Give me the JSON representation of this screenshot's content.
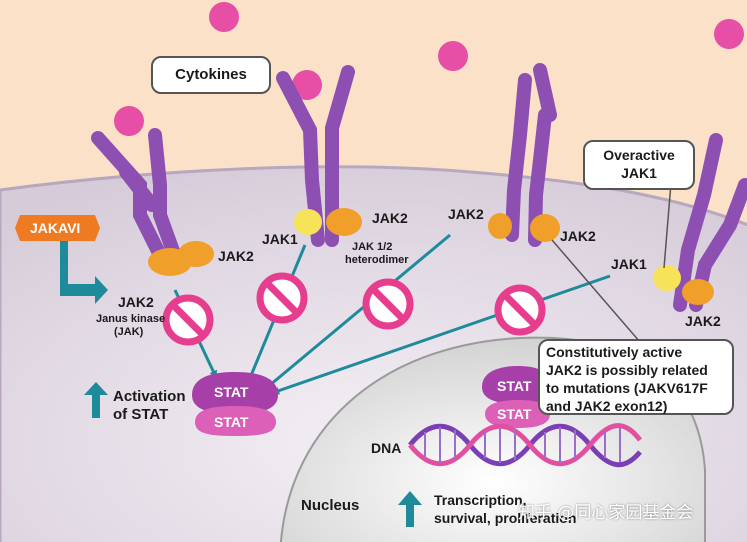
{
  "labels": {
    "cytokines": "Cytokines",
    "overactive_line1": "Overactive",
    "overactive_line2": "JAK1",
    "jakavi": "JAKAVI",
    "jak2_left": "JAK2",
    "janus_kinase": "Janus kinase",
    "jak_abbrev": "(JAK)",
    "receptor1_jak2": "JAK2",
    "receptor2_jak1": "JAK1",
    "receptor2_jak2": "JAK2",
    "heterodimer_line1": "JAK 1/2",
    "heterodimer_line2": "heterodimer",
    "receptor3_jak2_left": "JAK2",
    "receptor3_jak2_right": "JAK2",
    "receptor4_jak1": "JAK1",
    "receptor4_jak2": "JAK2",
    "activation_line1": "Activation",
    "activation_line2": "of STAT",
    "stat_top": "STAT",
    "stat_bottom": "STAT",
    "stat_nuc_top": "STAT",
    "stat_nuc_bottom": "STAT",
    "dna": "DNA",
    "nucleus": "Nucleus",
    "transcription_line1": "Transcription,",
    "transcription_line2": "survival, proliferation",
    "constitutive_line1": "Constitutively active",
    "constitutive_line2": "JAK2 is possibly related",
    "constitutive_line3": "to mutations (JAKV617F",
    "constitutive_line4": "and JAK2 exon12)",
    "watermark": "知乎 @同心家园基金会"
  },
  "colors": {
    "cytoplasm": "#ebe4ee",
    "nucleus": "#e4e4e4",
    "extracellular": "#fbe1c7",
    "receptor": "#8e4fb3",
    "cytokine": "#e64fa5",
    "jak": "#f0a02a",
    "jak_yellow": "#f6e35a",
    "inhibitor": "#e63d8e",
    "arrow": "#1f8a9a",
    "jakavi": "#ee7a22",
    "stat": "#a640a8",
    "dna_a": "#7b3fb5",
    "dna_b": "#e34fa0"
  }
}
